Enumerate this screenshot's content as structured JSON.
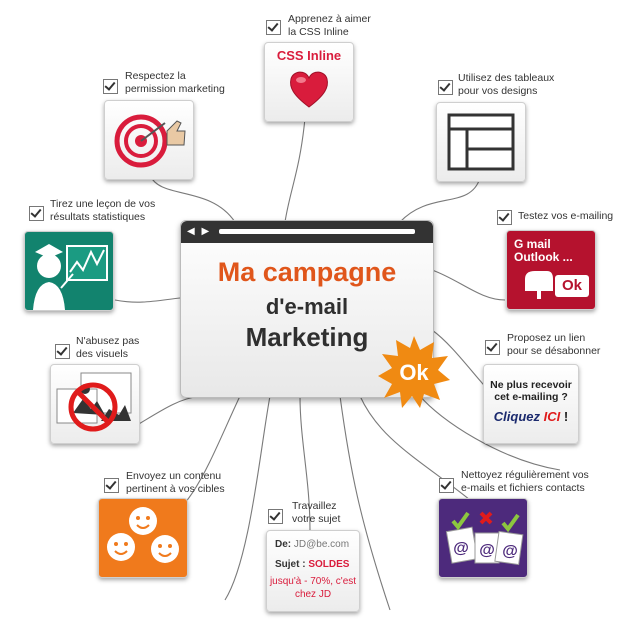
{
  "center": {
    "line1": "Ma campagne",
    "line2": "d'e-mail",
    "line3": "Marketing",
    "badge": "Ok"
  },
  "nodes": {
    "css_inline": {
      "caption1": "Apprenez à aimer",
      "caption2": "la CSS Inline",
      "tile_text": "CSS Inline"
    },
    "permission": {
      "caption1": "Respectez la",
      "caption2": "permission marketing"
    },
    "tables": {
      "caption1": "Utilisez des tableaux",
      "caption2": "pour vos designs"
    },
    "stats": {
      "caption1": "Tirez  une leçon de vos",
      "caption2": "résultats statistiques"
    },
    "testing": {
      "caption1": "Testez vos e-mailing",
      "tile_line1": "G mail",
      "tile_line2": "Outlook ...",
      "tile_ok": "Ok"
    },
    "visuals": {
      "caption1": "N'abusez pas",
      "caption2": "des visuels"
    },
    "unsubscribe": {
      "caption1": "Proposez un lien",
      "caption2": "pour se désabonner",
      "tile_line1": "Ne plus recevoir",
      "tile_line2": "cet e-mailing ?",
      "tile_line3a": "Cliquez ",
      "tile_line3b": "ICI",
      "tile_line3c": " !"
    },
    "content": {
      "caption1": "Envoyez un contenu",
      "caption2": "pertinent à vos cibles"
    },
    "subject": {
      "caption1": "Travaillez",
      "caption2": "votre sujet",
      "from_label": "De:",
      "from_value": "JD@be.com",
      "subject_label": "Sujet :",
      "subject_value": "SOLDES",
      "line3": "jusqu'à - 70%,",
      "line4": "c'est chez JD"
    },
    "clean": {
      "caption1": "Nettoyez régulièrement vos",
      "caption2": "e-mails et fichiers contacts",
      "at": "@"
    }
  },
  "colors": {
    "accent_orange": "#e0561b",
    "heart_red": "#d91c3c",
    "stats_green": "#12836e",
    "testing_red": "#b5122e",
    "content_orange": "#f07a1c",
    "clean_purple": "#4d2a7c"
  }
}
